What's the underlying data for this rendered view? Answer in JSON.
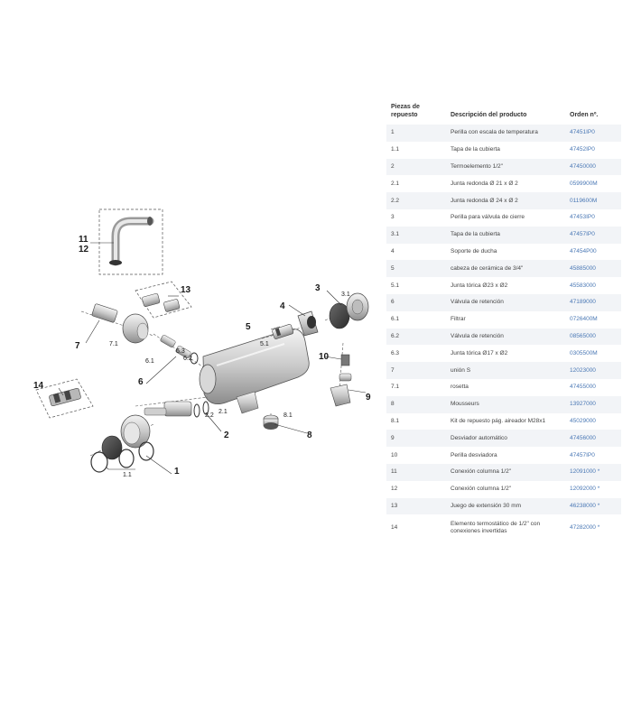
{
  "diagram": {
    "callouts": {
      "c1": "1",
      "c1_1": "1.1",
      "c2": "2",
      "c2_1": "2.1",
      "c2_2": "2.2",
      "c3": "3",
      "c3_1": "3.1",
      "c4": "4",
      "c5": "5",
      "c5_1": "5.1",
      "c6": "6",
      "c6_1": "6.1",
      "c6_2": "6.2",
      "c6_3": "6.3",
      "c7": "7",
      "c7_1": "7.1",
      "c8": "8",
      "c8_1": "8.1",
      "c9": "9",
      "c10": "10",
      "c11": "11",
      "c12": "12",
      "c13": "13",
      "c14": "14"
    }
  },
  "table": {
    "headers": {
      "piezas": "Piezas de repuesto",
      "descripcion": "Descripción del producto",
      "orden": "Orden nº."
    },
    "rows": [
      {
        "num": "1",
        "desc": "Perilla con escala de temperatura",
        "code": "47451IP0"
      },
      {
        "num": "1.1",
        "desc": "Tapa de la cubierta",
        "code": "47452IP0"
      },
      {
        "num": "2",
        "desc": "Termoelemento 1/2\"",
        "code": "47450000"
      },
      {
        "num": "2.1",
        "desc": "Junta redonda Ø 21 x Ø 2",
        "code": "0599900M"
      },
      {
        "num": "2.2",
        "desc": "Junta redonda Ø 24 x Ø 2",
        "code": "0119600M"
      },
      {
        "num": "3",
        "desc": "Perilla para válvula de cierre",
        "code": "47453IP0"
      },
      {
        "num": "3.1",
        "desc": "Tapa de la cubierta",
        "code": "47457IP0"
      },
      {
        "num": "4",
        "desc": "Soporte de ducha",
        "code": "47454P00"
      },
      {
        "num": "5",
        "desc": "cabeza de cerámica de 3/4\"",
        "code": "45885000"
      },
      {
        "num": "5.1",
        "desc": "Junta tórica Ø23 x Ø2",
        "code": "45583000"
      },
      {
        "num": "6",
        "desc": "Válvula de retención",
        "code": "47189000"
      },
      {
        "num": "6.1",
        "desc": "Filtrar",
        "code": "0726400M"
      },
      {
        "num": "6.2",
        "desc": "Válvula de retención",
        "code": "08565000"
      },
      {
        "num": "6.3",
        "desc": "Junta tórica Ø17 x Ø2",
        "code": "0305500M"
      },
      {
        "num": "7",
        "desc": "unión S",
        "code": "12023000"
      },
      {
        "num": "7.1",
        "desc": "rosetta",
        "code": "47455000"
      },
      {
        "num": "8",
        "desc": "Mousseurs",
        "code": "13927000"
      },
      {
        "num": "8.1",
        "desc": "Kit de repuesto pág. aireador M28x1",
        "code": "45029000"
      },
      {
        "num": "9",
        "desc": "Desviador automático",
        "code": "47456000"
      },
      {
        "num": "10",
        "desc": "Perilla desviadora",
        "code": "47457IP0"
      },
      {
        "num": "11",
        "desc": "Conexión columna 1/2\"",
        "code": "12091000 *"
      },
      {
        "num": "12",
        "desc": "Conexión columna 1/2\"",
        "code": "12092000 *"
      },
      {
        "num": "13",
        "desc": "Juego de extensión 30 mm",
        "code": "46238000 *"
      },
      {
        "num": "14",
        "desc": "Elemento termostático de 1/2\" con conexiones invertidas",
        "code": "47282000 *"
      }
    ]
  }
}
